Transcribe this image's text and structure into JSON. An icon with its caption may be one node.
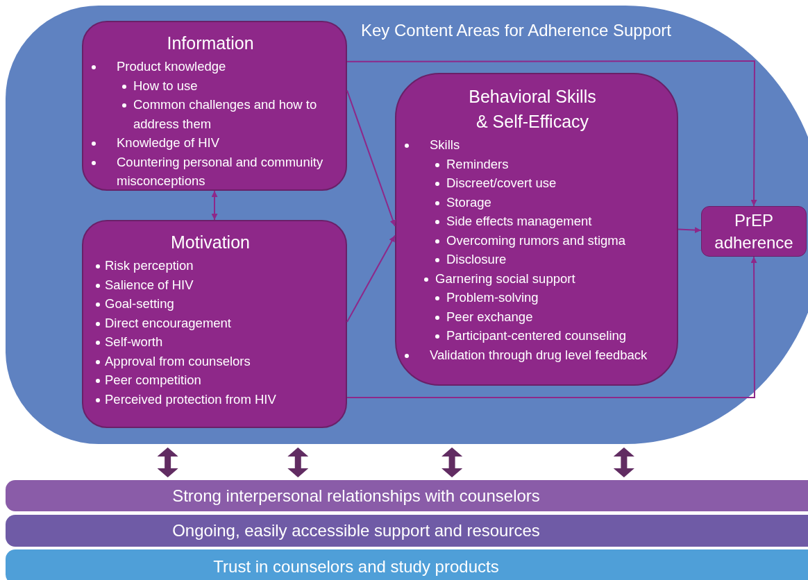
{
  "diagram": {
    "nodes": [
      {
        "text": [
          "Key Content Areas for Adherence Support"
        ]
      },
      {
        "text": [
          "Information",
          "Product knowledge",
          "How to use",
          "Common challenges and how to address them",
          "Knowledge of HIV",
          "Countering personal and community misconceptions"
        ],
        "in": 0
      },
      {
        "text": [
          "Behavioral Skills & Self-Efficacy",
          "Skills",
          "Reminders",
          "Discreet/covert use",
          "Storage",
          "Side effects management",
          "Overcoming rumors and stigma",
          "Disclosure",
          "Garnering social support",
          "Problem-solving",
          "Peer exchange",
          "Participant-centered counseling",
          "Validation through drug level feedback"
        ],
        "in": 0
      },
      {
        "text": [
          "Motivation",
          "Risk perception",
          "Salience of HIV",
          "Goal-setting",
          "Direct encouragement",
          "Self-worth",
          "Approval from counselors",
          "Peer competition",
          "Perceived protection from HIV"
        ],
        "in": 0
      },
      {
        "text": [
          "PrEP adherence"
        ],
        "in": 0
      },
      {
        "text": [
          "Strong interpersonal relationships with counselors"
        ]
      },
      {
        "text": [
          "Ongoing, easily accessible support and resources"
        ]
      },
      {
        "text": [
          "Trust in counselors and study products"
        ]
      }
    ],
    "edges": [
      {
        "from": 1,
        "to": 2,
        "arrow": "to"
      },
      {
        "from": 3,
        "to": 2,
        "arrow": "to"
      },
      {
        "from": 1,
        "to": 3,
        "arrow": "both"
      },
      {
        "from": 1,
        "to": 4,
        "arrow": "to"
      },
      {
        "from": 3,
        "to": 4,
        "arrow": "to"
      },
      {
        "from": 2,
        "to": 4,
        "arrow": "to"
      },
      {
        "from": 0,
        "to": 5,
        "arrow": "both",
        "style": "thick",
        "color": "#612c62"
      },
      {
        "from": 0,
        "to": 5,
        "arrow": "both",
        "style": "thick",
        "color": "#612c62"
      },
      {
        "from": 0,
        "to": 5,
        "arrow": "both",
        "style": "thick",
        "color": "#612c62"
      },
      {
        "from": 0,
        "to": 5,
        "arrow": "both",
        "style": "thick",
        "color": "#612c62"
      }
    ]
  }
}
